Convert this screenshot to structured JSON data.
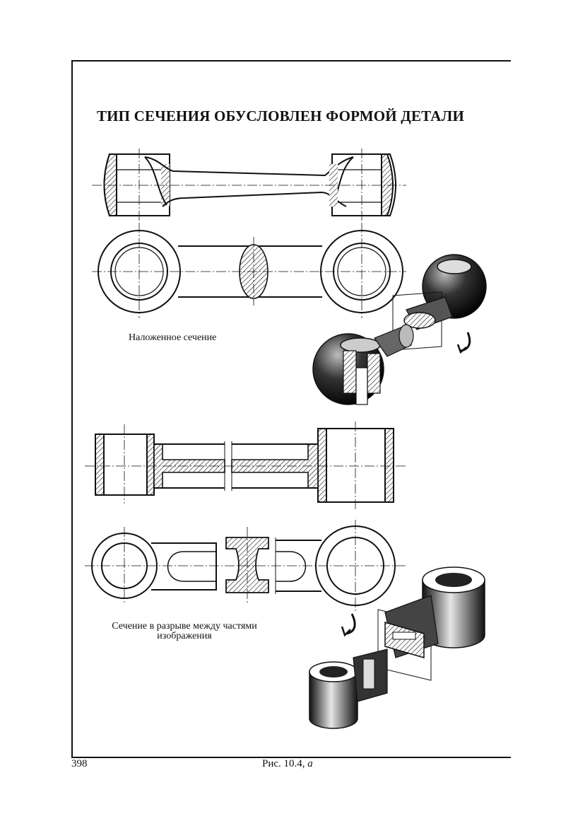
{
  "page": {
    "title": "ТИП СЕЧЕНИЯ ОБУСЛОВЛЕН ФОРМОЙ ДЕТАЛИ",
    "caption_overlaid": "Наложенное сечение",
    "caption_break_line1": "Сечение в разрыве между частями",
    "caption_break_line2": "изображения",
    "page_number": "398",
    "figure_label": "Рис. 10.4,",
    "figure_suffix": "а"
  },
  "figures": [
    {
      "name": "connecting-rod-front-view"
    },
    {
      "name": "connecting-rod-top-view-with-overlaid-section"
    },
    {
      "name": "isometric-overlaid-section"
    },
    {
      "name": "connecting-rod-front-view-with-break"
    },
    {
      "name": "connecting-rod-top-view-with-section-in-break"
    },
    {
      "name": "isometric-section-in-break"
    }
  ]
}
